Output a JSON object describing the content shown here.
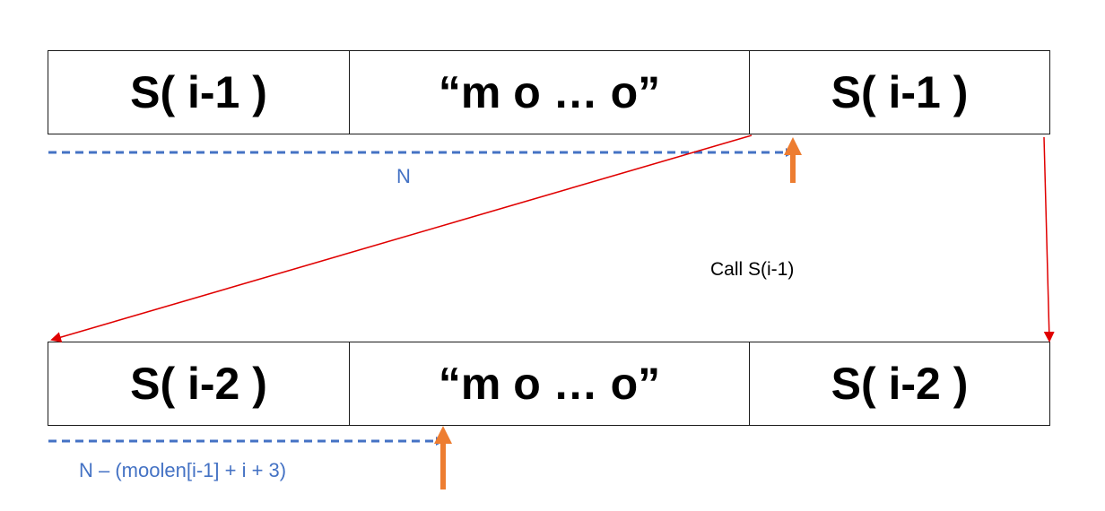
{
  "top_row": {
    "cells": [
      "S( i-1 )",
      "“m o … o”",
      "S( i-1 )"
    ]
  },
  "bottom_row": {
    "cells": [
      "S( i-2 )",
      "“m o … o”",
      "S( i-2 )"
    ]
  },
  "labels": {
    "top_offset": "N",
    "call": "Call S(i-1)",
    "bottom_offset": "N – (moolen[i-1] + i + 3)"
  },
  "colors": {
    "offset_arrow": "#4472c4",
    "position_marker": "#ed7d31",
    "call_arrow": "#e00000"
  }
}
